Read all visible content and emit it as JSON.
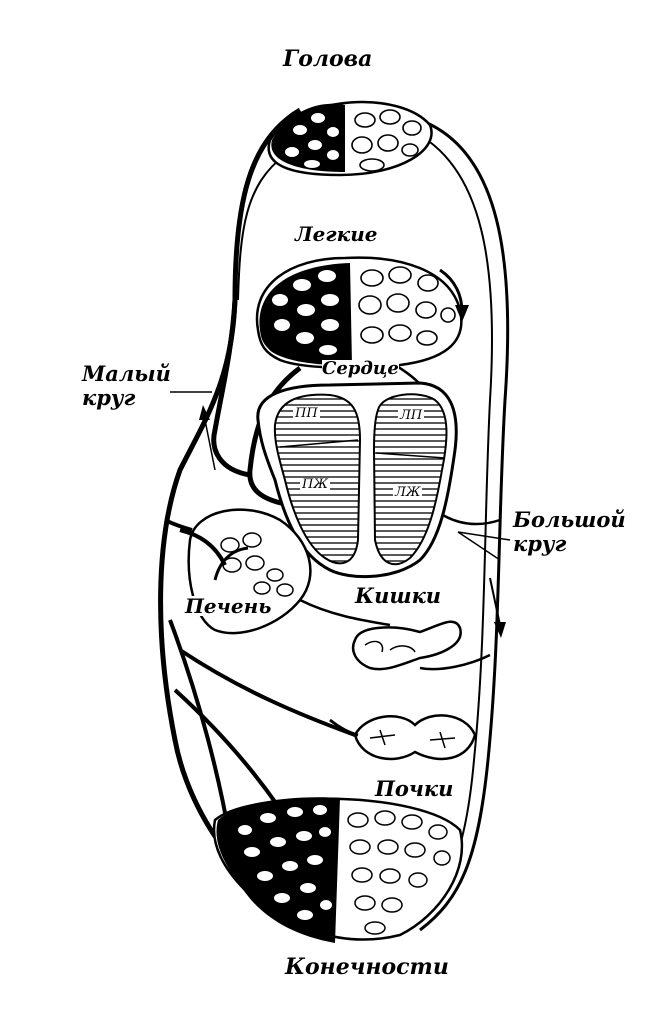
{
  "labels": {
    "head": "Голова",
    "lungs": "Легкие",
    "heart": "Сердце",
    "small_circle": "Малый\nкруг",
    "big_circle": "Большой\nкруг",
    "liver": "Печень",
    "intestines": "Кишки",
    "kidneys": "Почки",
    "limbs": "Конечности",
    "right_atrium": "ПП",
    "left_atrium": "ЛП",
    "right_ventricle": "ПЖ",
    "left_ventricle": "ЛЖ"
  },
  "colors": {
    "ink": "#000000",
    "paper": "#ffffff"
  }
}
